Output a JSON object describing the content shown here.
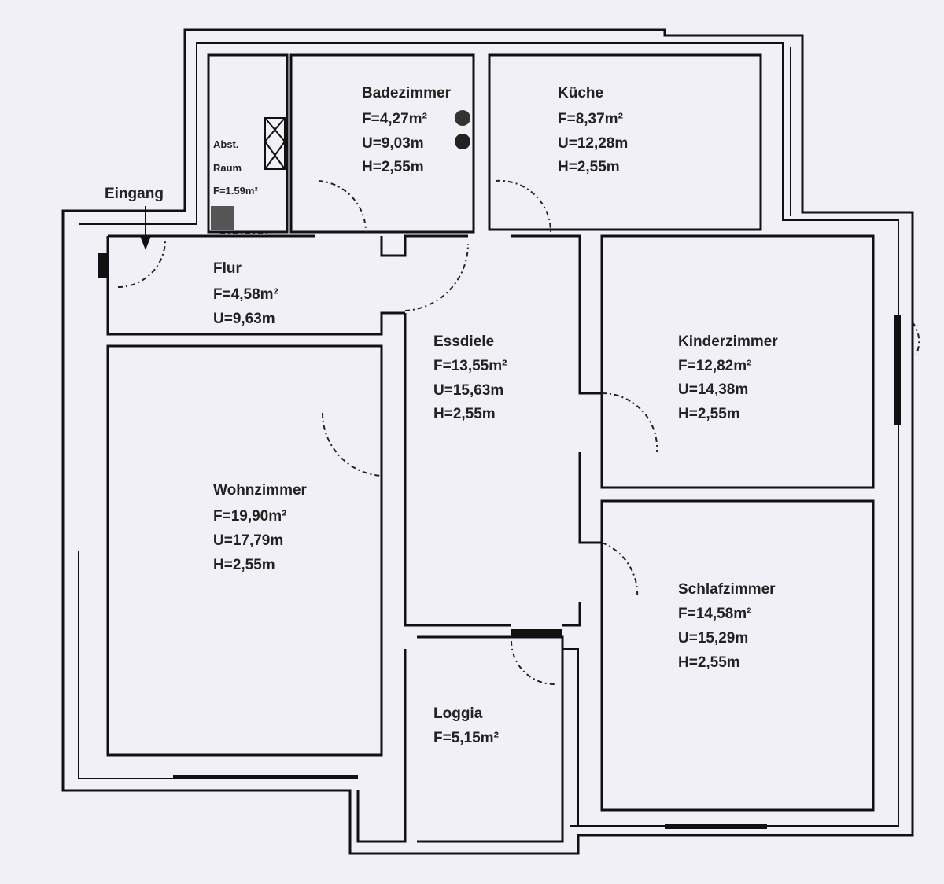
{
  "entrance": "Eingang",
  "rooms": {
    "storage": {
      "name": "Abst.",
      "name2": "Raum",
      "area": "F=1.59m²"
    },
    "bath": {
      "name": "Badezimmer",
      "area": "F=4,27m²",
      "perimeter": "U=9,03m",
      "height": "H=2,55m"
    },
    "kitchen": {
      "name": "Küche",
      "area": "F=8,37m²",
      "perimeter": "U=12,28m",
      "height": "H=2,55m"
    },
    "hall": {
      "name": "Flur",
      "area": "F=4,58m²",
      "perimeter": "U=9,63m"
    },
    "dining": {
      "name": "Essdiele",
      "area": "F=13,55m²",
      "perimeter": "U=15,63m",
      "height": "H=2,55m"
    },
    "children": {
      "name": "Kinderzimmer",
      "area": "F=12,82m²",
      "perimeter": "U=14,38m",
      "height": "H=2,55m"
    },
    "living": {
      "name": "Wohnzimmer",
      "area": "F=19,90m²",
      "perimeter": "U=17,79m",
      "height": "H=2,55m"
    },
    "bedroom": {
      "name": "Schlafzimmer",
      "area": "F=14,58m²",
      "perimeter": "U=15,29m",
      "height": "H=2,55m"
    },
    "loggia": {
      "name": "Loggia",
      "area": "F=5,15m²"
    }
  }
}
